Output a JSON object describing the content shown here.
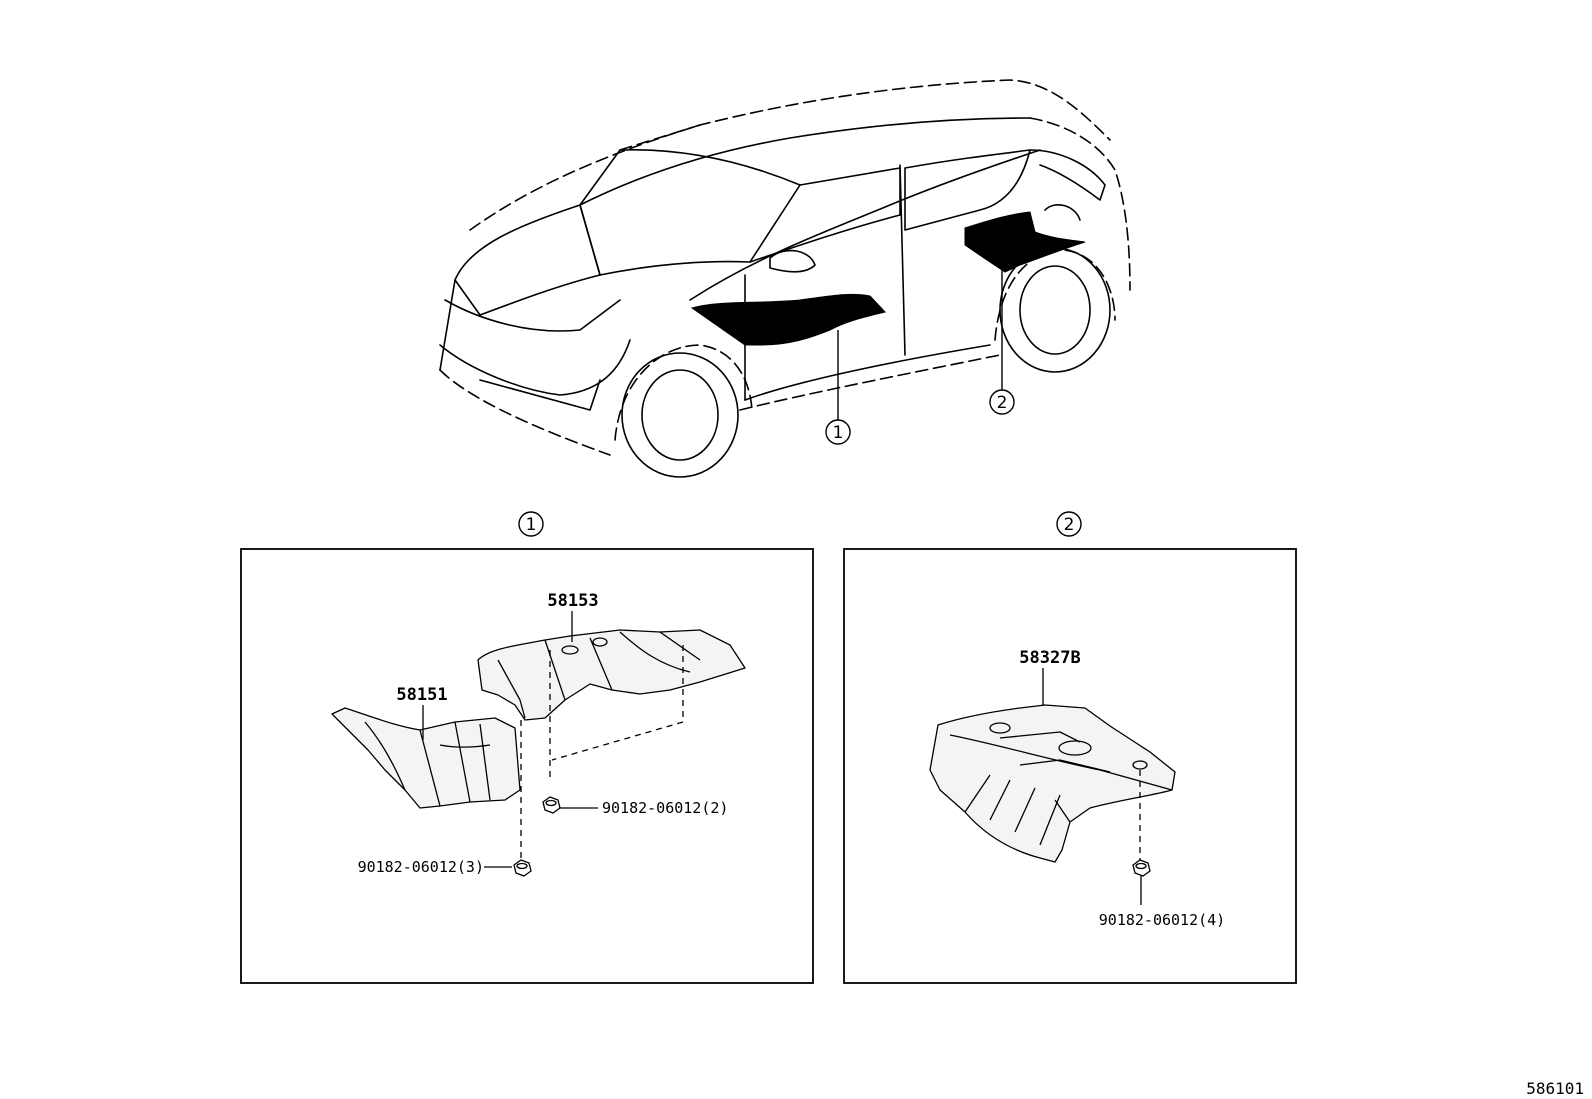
{
  "callouts": {
    "one": "1",
    "two": "2"
  },
  "panel_1": {
    "part_a": "58153",
    "part_b": "58151",
    "nut_a": "90182-06012(2)",
    "nut_b": "90182-06012(3)"
  },
  "panel_2": {
    "part_a": "58327B",
    "nut_a": "90182-06012(4)"
  },
  "illustration_code": "586101"
}
